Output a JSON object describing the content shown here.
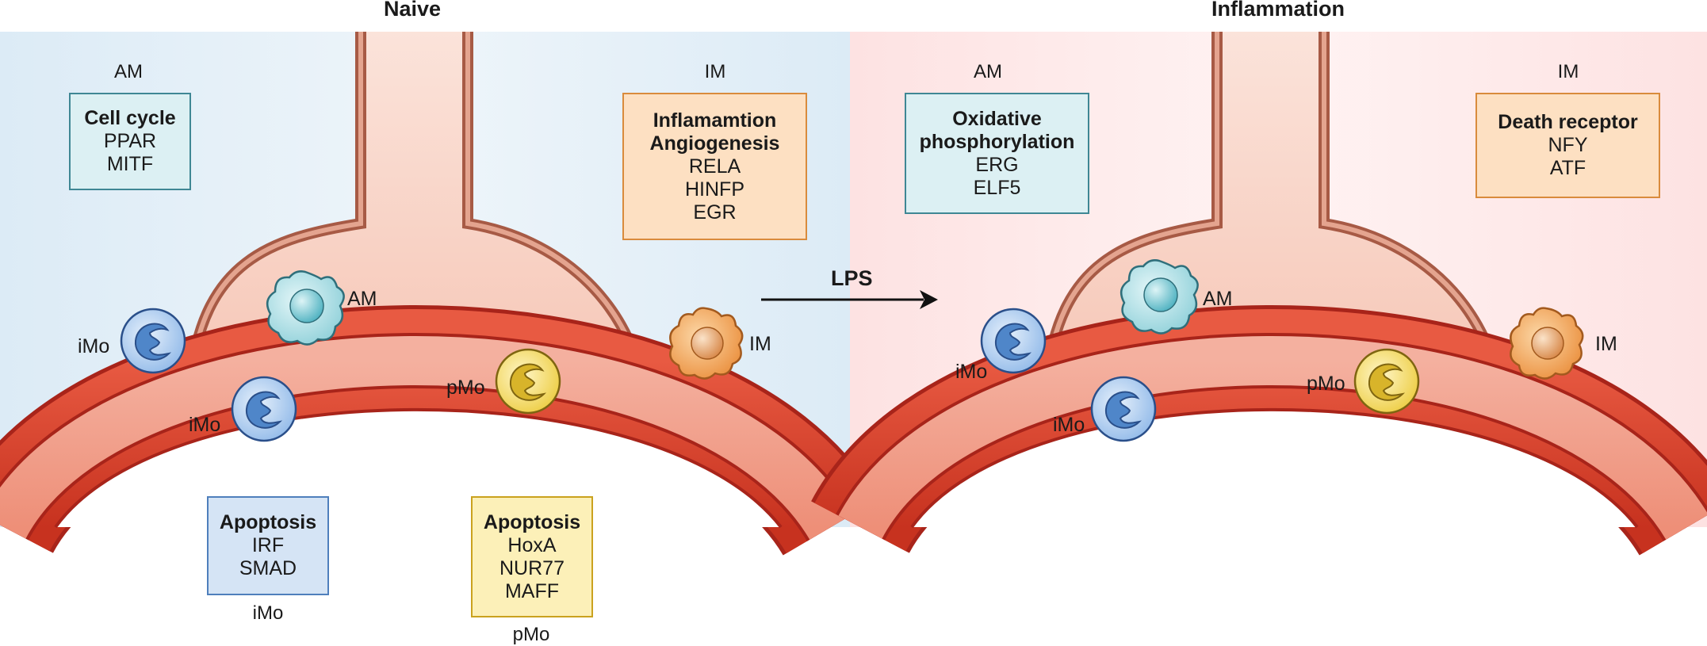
{
  "panels": {
    "naive": {
      "title": "Naive",
      "am_box": {
        "caption": "AM",
        "heading": "Cell cycle",
        "items": [
          "PPAR",
          "MITF"
        ]
      },
      "im_box": {
        "caption": "IM",
        "heading": [
          "Inflamamtion",
          "Angiogenesis"
        ],
        "items": [
          "RELA",
          "HINFP",
          "EGR"
        ]
      },
      "imo_box": {
        "caption": "iMo",
        "heading": "Apoptosis",
        "items": [
          "IRF",
          "SMAD"
        ]
      },
      "pmo_box": {
        "caption": "pMo",
        "heading": "Apoptosis",
        "items": [
          "HoxA",
          "NUR77",
          "MAFF"
        ]
      },
      "cell_labels": {
        "am": "AM",
        "im": "IM",
        "imo_outer": "iMo",
        "imo_vessel": "iMo",
        "pmo": "pMo"
      }
    },
    "inflammation": {
      "title": "Inflammation",
      "am_box": {
        "caption": "AM",
        "heading": [
          "Oxidative",
          "phosphorylation"
        ],
        "items": [
          "ERG",
          "ELF5"
        ]
      },
      "im_box": {
        "caption": "IM",
        "heading": "Death receptor",
        "items": [
          "NFY",
          "ATF"
        ]
      },
      "cell_labels": {
        "am": "AM",
        "im": "IM",
        "imo_outer": "iMo",
        "imo_vessel": "iMo",
        "pmo": "pMo"
      }
    }
  },
  "arrow": {
    "label": "LPS"
  },
  "colors": {
    "naive_bg": "#e3f0f8",
    "inflammation_bg": "#fde8e8",
    "alveolus": "#f9d6cb",
    "alveolus_wall": "#a75a45",
    "vessel": "#e04a35",
    "vessel_lumen": "#f2a08e",
    "am_cell": "#aadde3",
    "im_cell": "#f0a25a",
    "imo_cell": "#a9c8ee",
    "pmo_cell": "#f1d75c"
  }
}
